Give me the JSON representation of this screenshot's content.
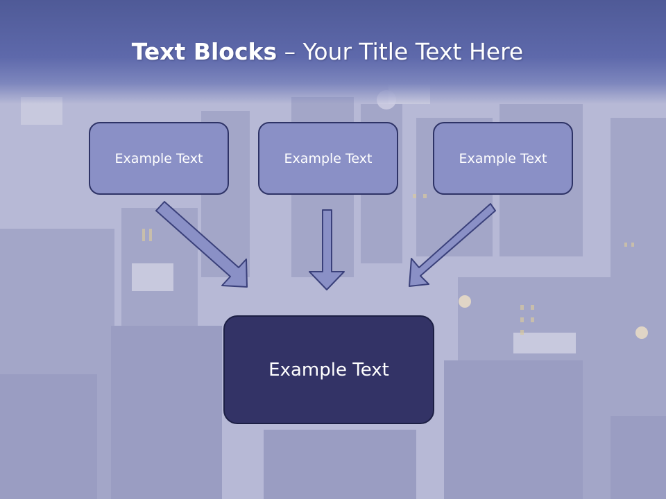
{
  "title": {
    "bold": "Text Blocks",
    "rest": " – Your Title Text Here"
  },
  "diagram": {
    "boxes": [
      "Example Text",
      "Example Text",
      "Example Text"
    ],
    "target": "Example Text"
  },
  "colors": {
    "header": "#5e69ab",
    "box_fill": "#8a90c6",
    "box_border": "#2e3366",
    "target_fill": "#333366",
    "arrow_fill": "#8a90c6"
  }
}
